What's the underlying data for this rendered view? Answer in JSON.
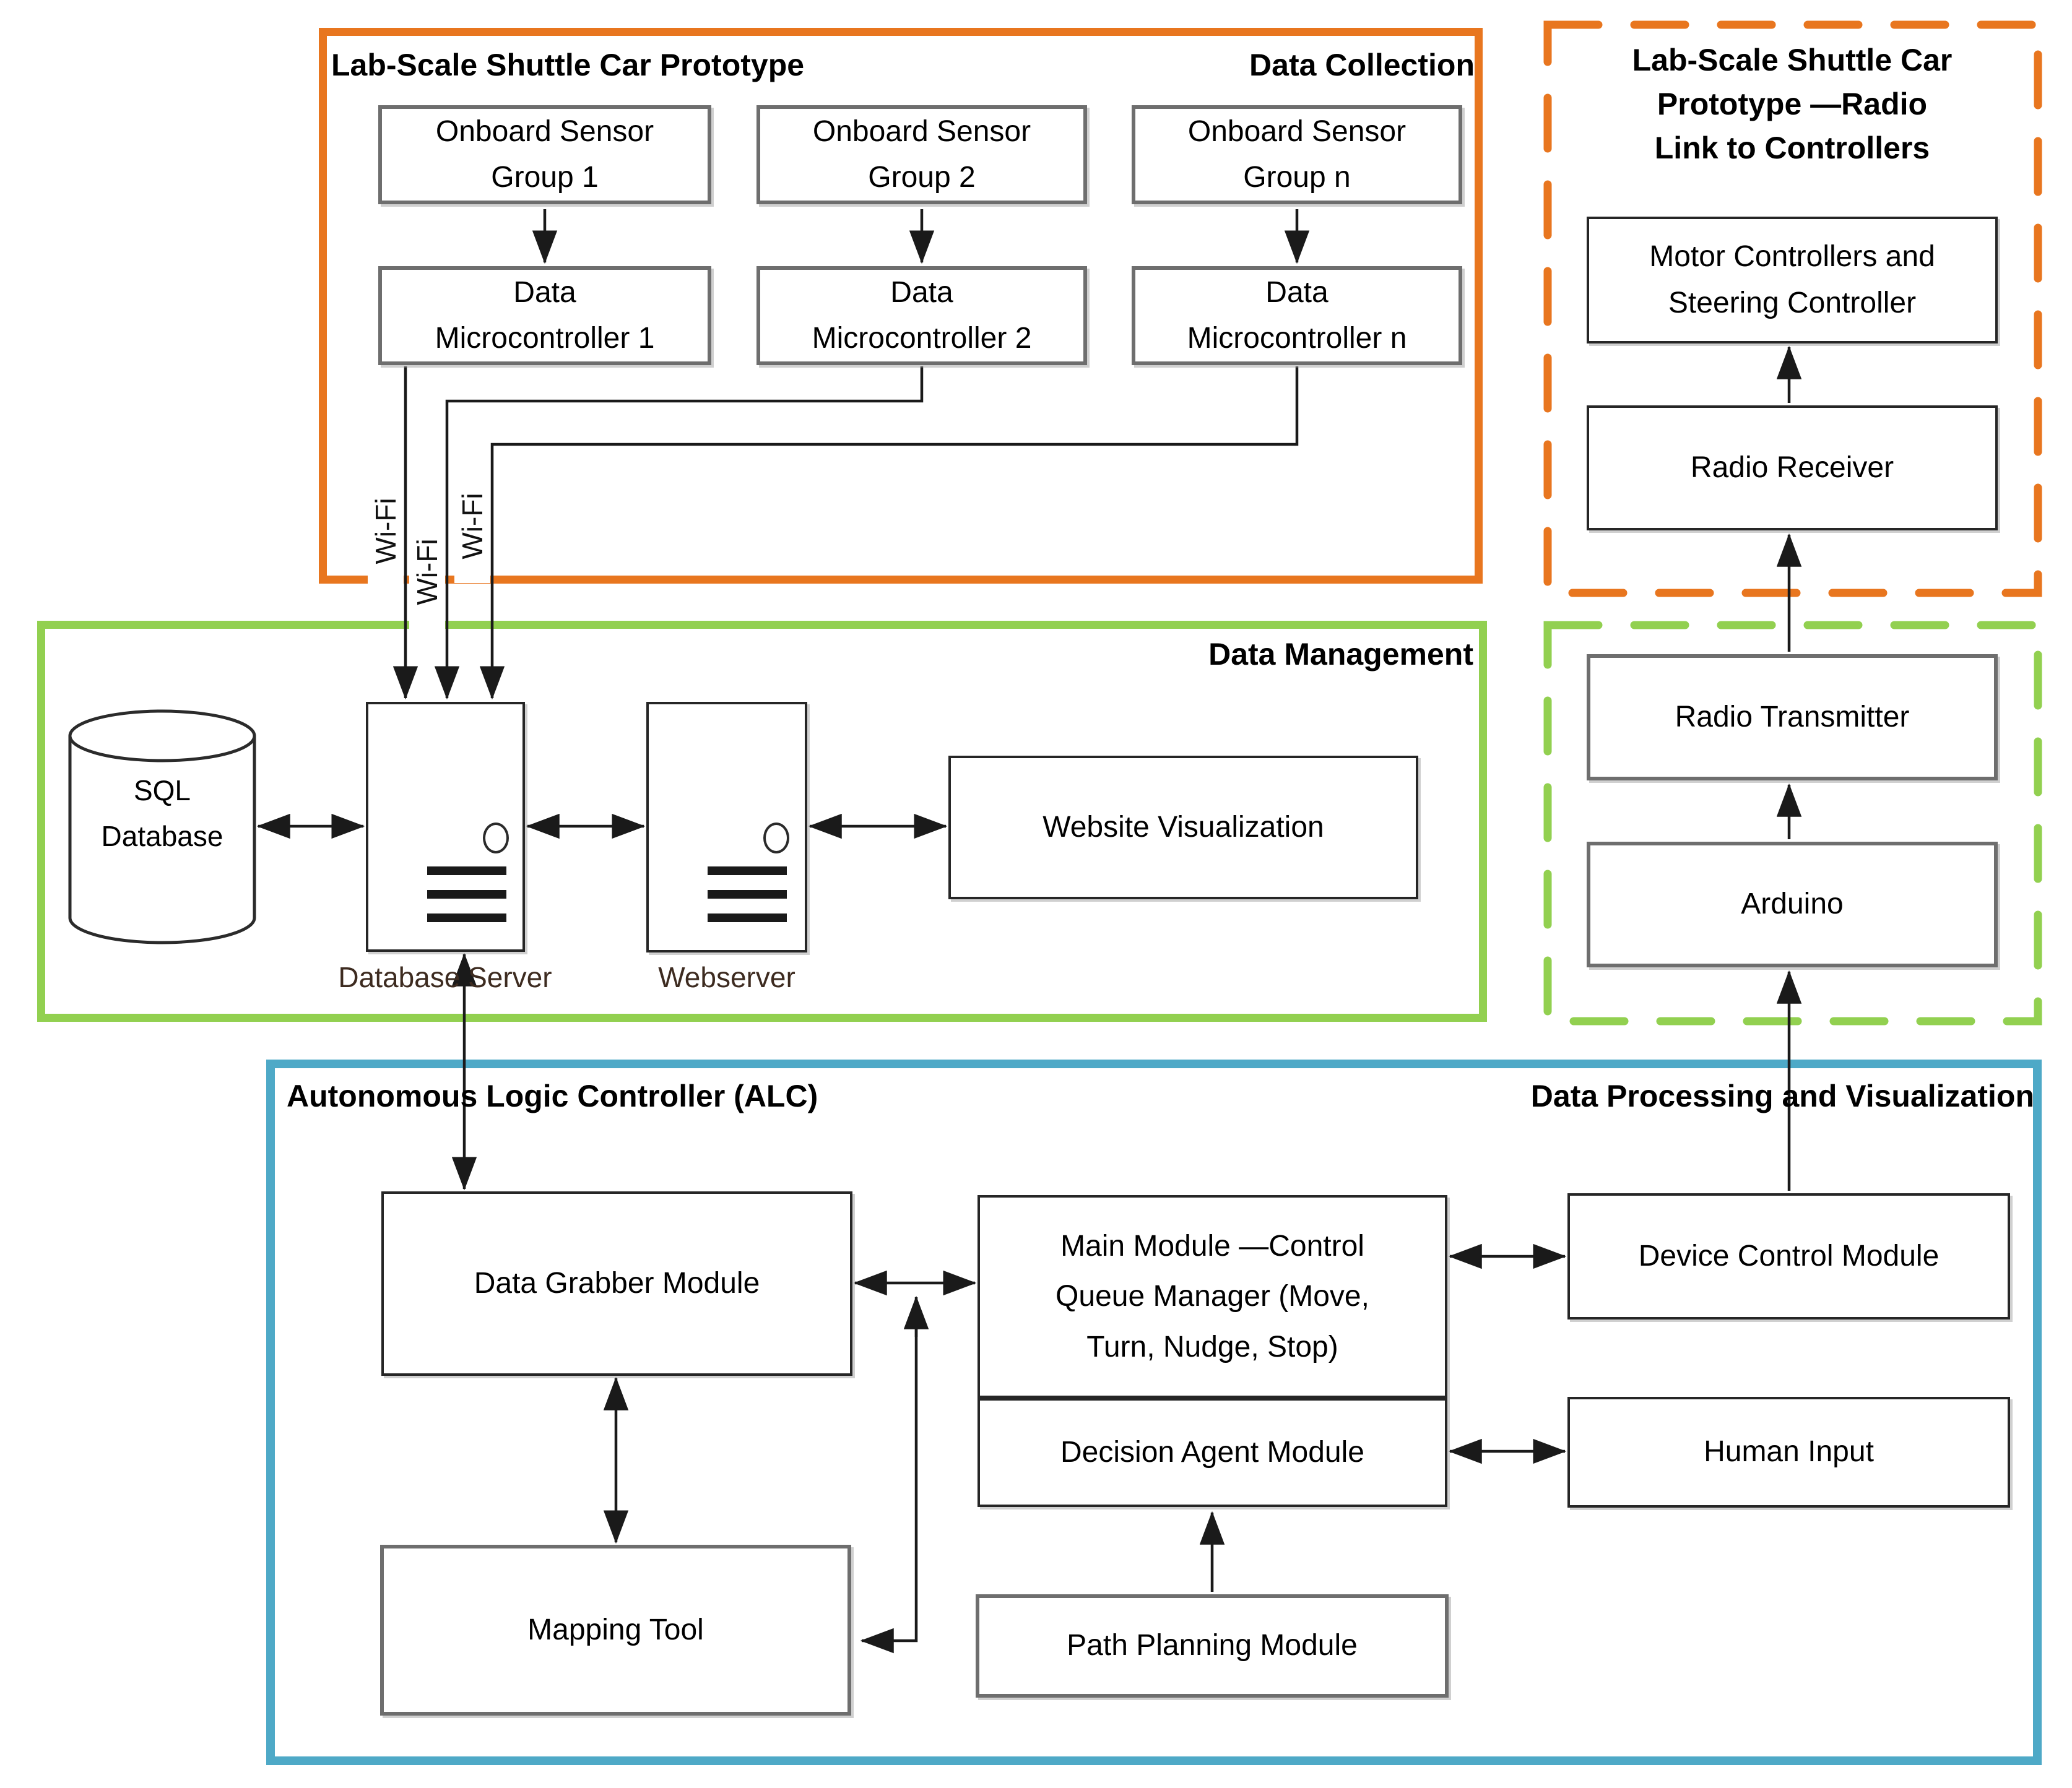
{
  "colors": {
    "orange": "#e8761f",
    "green": "#92d050",
    "blue": "#4ea9c7",
    "line": "#1a1a1a"
  },
  "sections": {
    "data_collection": {
      "title_left": "Lab-Scale Shuttle Car Prototype",
      "title_right": "Data Collection"
    },
    "radio_link": {
      "title": "Lab-Scale Shuttle Car\nPrototype —Radio\nLink to Controllers"
    },
    "data_management": {
      "title": "Data Management"
    },
    "alc": {
      "title": "Autonomous Logic Controller (ALC)"
    },
    "dpv": {
      "title": "Data Processing and Visualization"
    }
  },
  "nodes": {
    "sensor1": {
      "label": "Onboard Sensor\nGroup 1"
    },
    "sensor2": {
      "label": "Onboard Sensor\nGroup 2"
    },
    "sensorn": {
      "label": "Onboard Sensor\nGroup n"
    },
    "mc1": {
      "label": "Data\nMicrocontroller 1"
    },
    "mc2": {
      "label": "Data\nMicrocontroller 2"
    },
    "mcn": {
      "label": "Data\nMicrocontroller n"
    },
    "motor": {
      "label": "Motor Controllers and\nSteering Controller"
    },
    "receiver": {
      "label": "Radio Receiver"
    },
    "transmitter": {
      "label": "Radio Transmitter"
    },
    "arduino": {
      "label": "Arduino"
    },
    "sql": {
      "label": "SQL\nDatabase"
    },
    "database_server": {
      "caption": "Database Server"
    },
    "webserver": {
      "caption": "Webserver"
    },
    "website": {
      "label": "Website Visualization"
    },
    "data_grabber": {
      "label": "Data Grabber Module"
    },
    "main_module": {
      "label": "Main Module —Control\nQueue Manager (Move,\nTurn, Nudge, Stop)"
    },
    "decision": {
      "label": "Decision Agent Module"
    },
    "device": {
      "label": "Device Control Module"
    },
    "human": {
      "label": "Human Input"
    },
    "mapping": {
      "label": "Mapping Tool"
    },
    "path": {
      "label": "Path Planning Module"
    }
  },
  "labels": {
    "wifi": "Wi-Fi"
  }
}
